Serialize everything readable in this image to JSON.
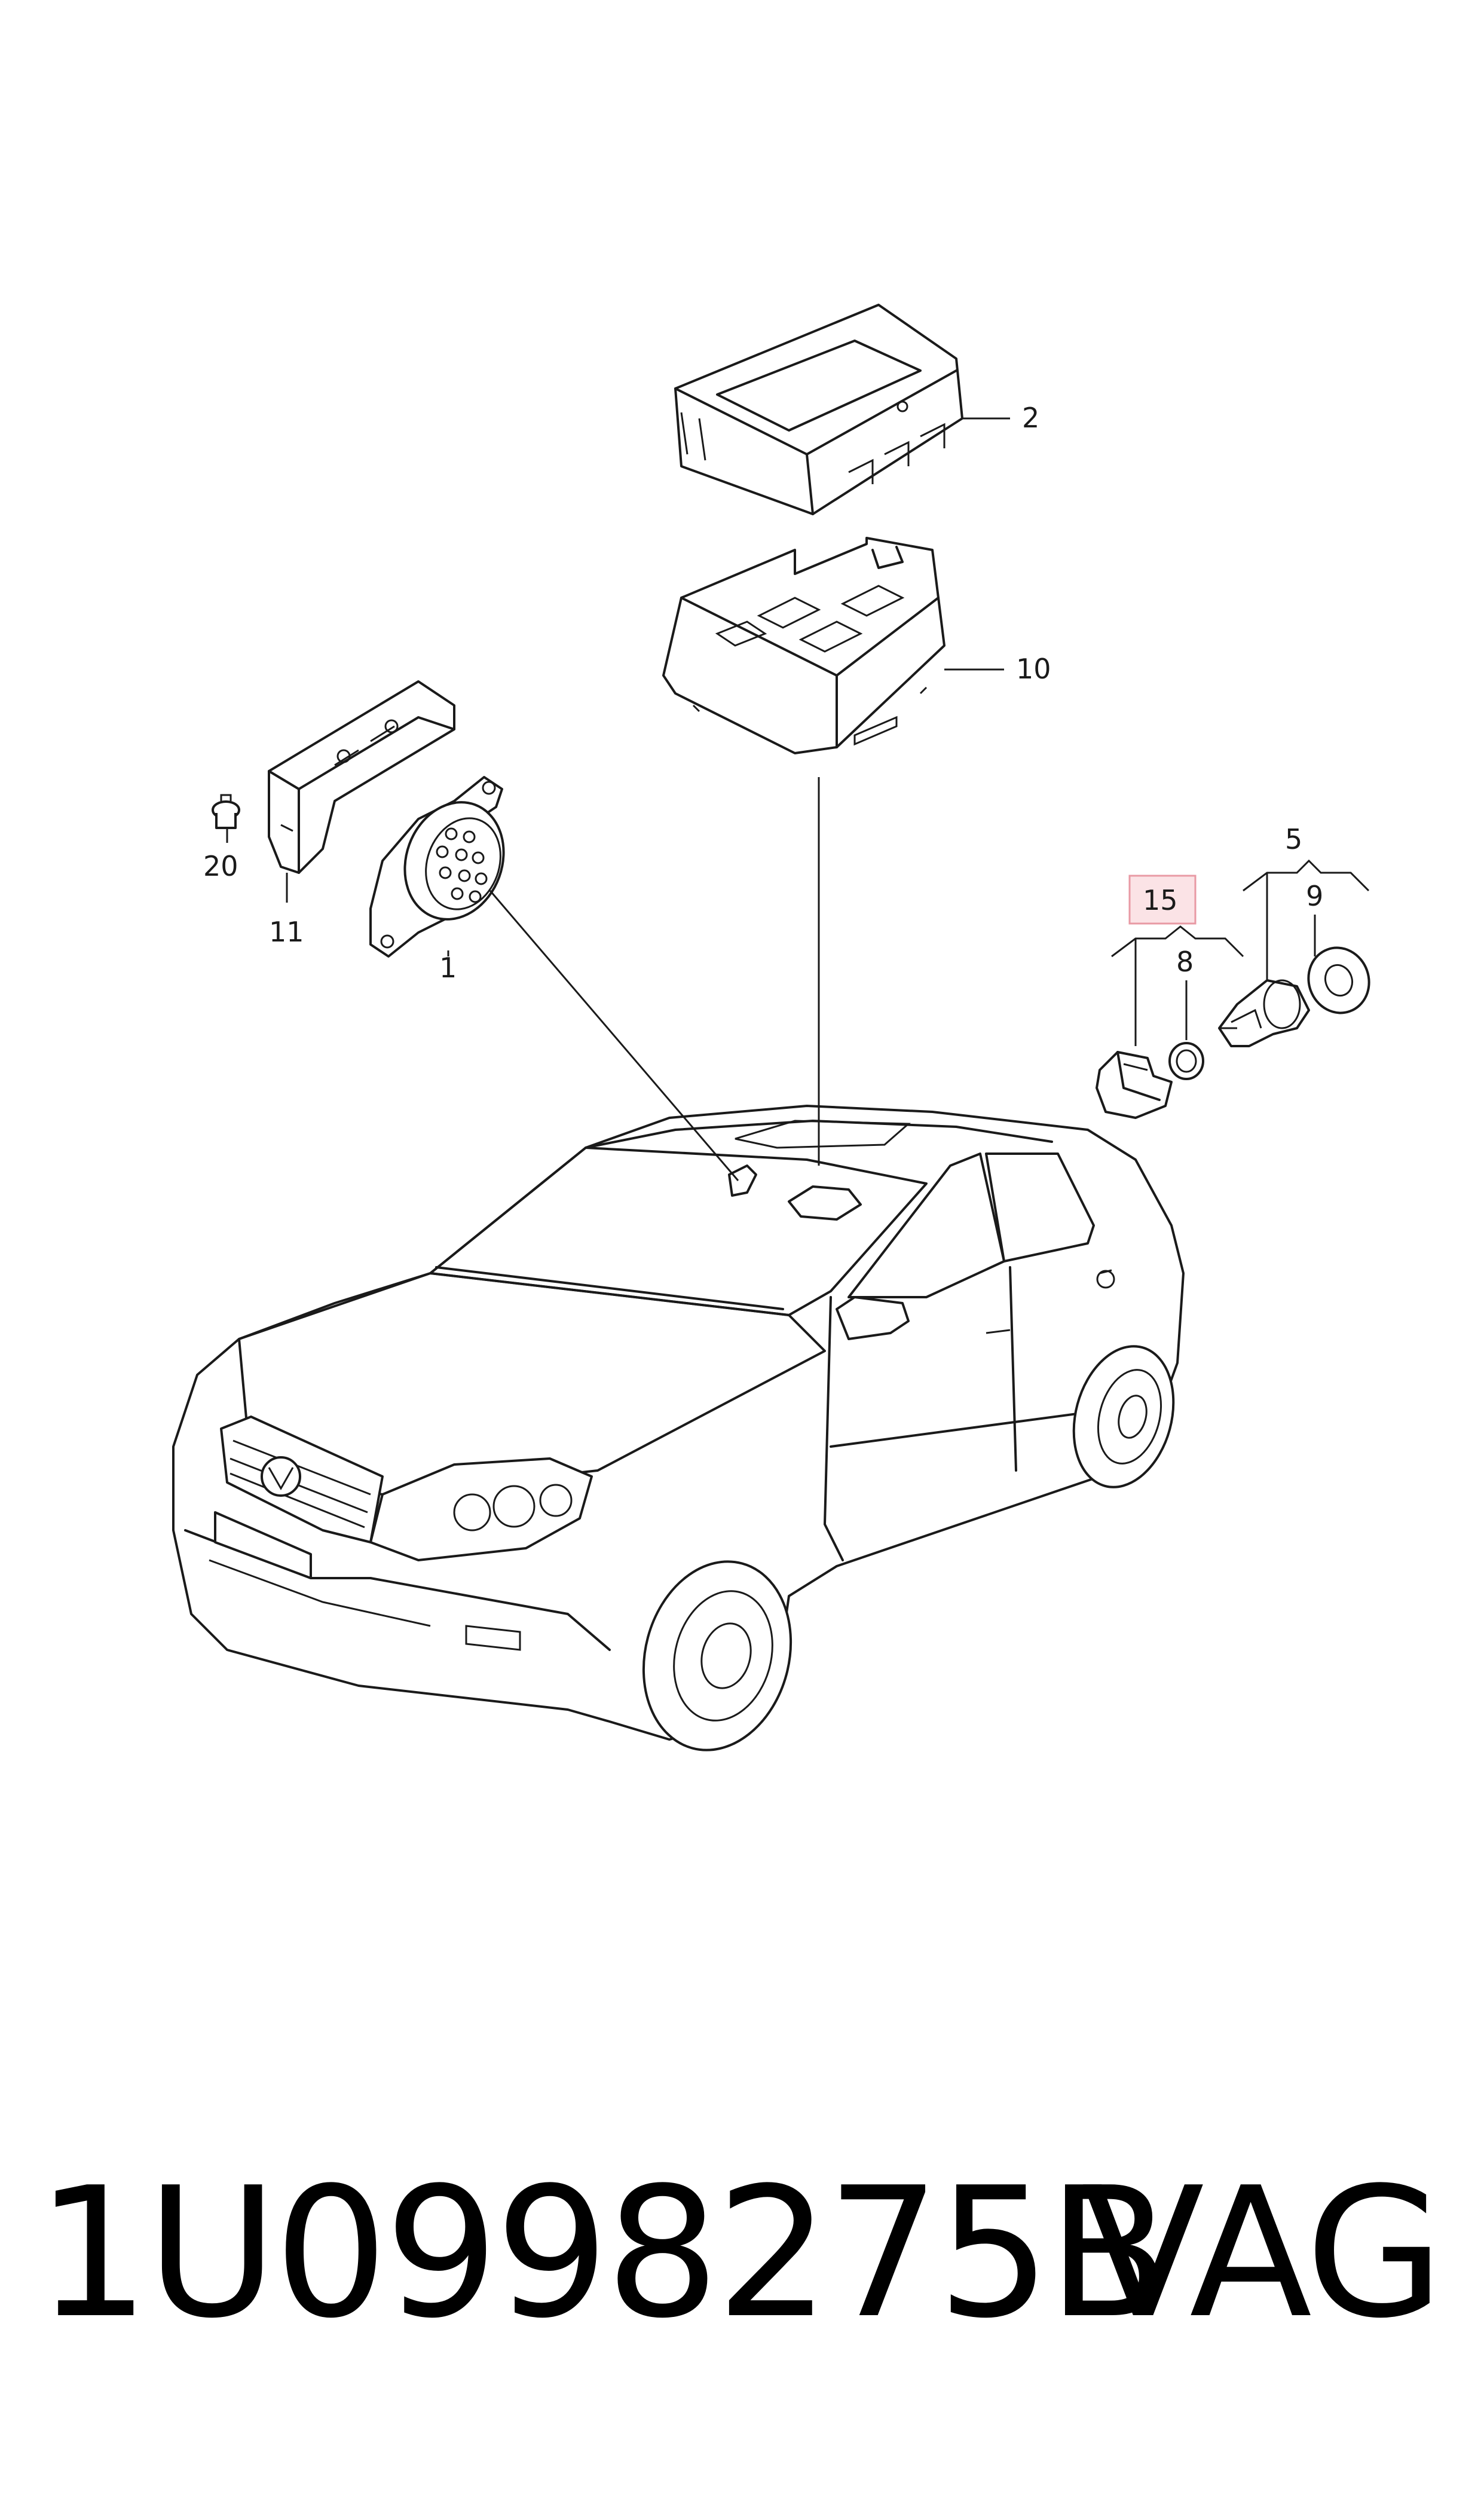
{
  "diagram": {
    "callouts": {
      "c1": "1",
      "c2": "2",
      "c5": "5",
      "c8": "8",
      "c9": "9",
      "c10": "10",
      "c11": "11",
      "c15": "15",
      "c20": "20"
    },
    "highlight_color": "#e89aa4",
    "highlight_fill": "#fbe3e6"
  },
  "caption": {
    "part_number": "1U0998275B",
    "brand": "VAG"
  }
}
